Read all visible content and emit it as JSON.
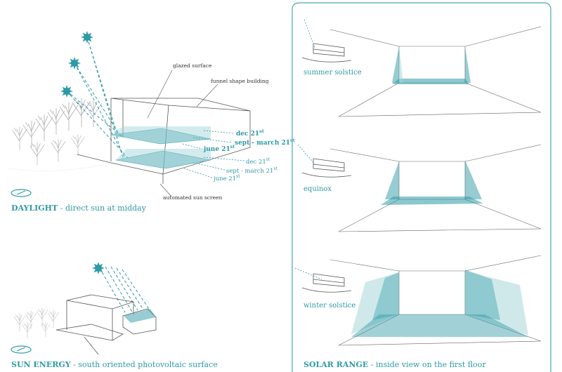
{
  "daylight": {
    "labels": {
      "glazed": "glazed surface",
      "funnel": "funnel shape building",
      "sunscreen": "automated sun screen"
    },
    "upper": {
      "dec": "dec 21",
      "sept": "sept - march 21",
      "june": "june 21",
      "sup": "st"
    },
    "lower": {
      "dec": "dec 21",
      "sept": "sept - march 21",
      "june": "june 21",
      "sup": "st"
    },
    "caption_bold": "DAYLIGHT",
    "caption_rest": " - direct sun at midday"
  },
  "sun_energy": {
    "caption_bold": "SUN ENERGY",
    "caption_rest": " - south oriented photovoltaic surface"
  },
  "solar_range": {
    "views": [
      {
        "label": "summer solstice"
      },
      {
        "label": "equinox"
      },
      {
        "label": "winter solstice"
      }
    ],
    "caption_bold": "SOLAR RANGE",
    "caption_rest": " - inside view on the first floor"
  },
  "colors": {
    "accent": "#2e9aa6",
    "accent_light": "#9fd3d8",
    "line": "#555555",
    "frame": "#4aa8b2"
  }
}
